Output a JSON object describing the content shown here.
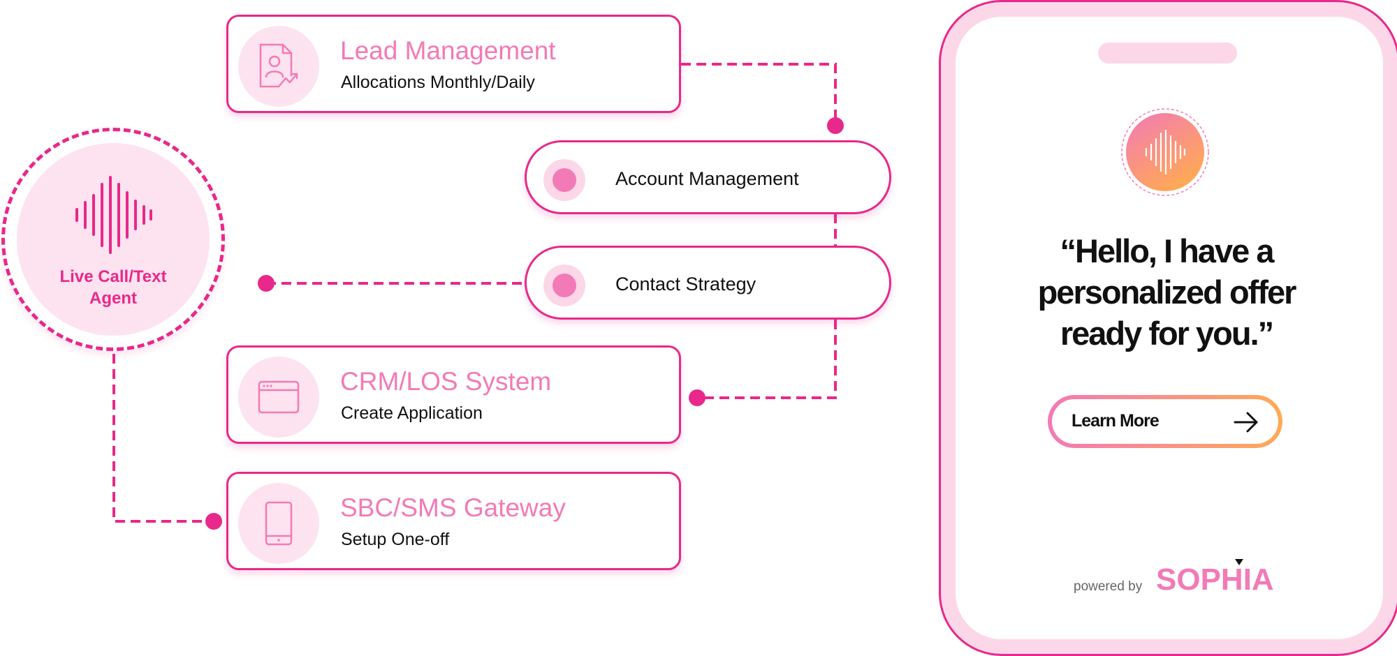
{
  "flow": {
    "lead": {
      "title": "Lead Management",
      "subtitle": "Allocations Monthly/Daily",
      "icon": "document-user-chart-icon"
    },
    "account": {
      "label": "Account Management"
    },
    "contact": {
      "label": "Contact Strategy"
    },
    "crm": {
      "title": "CRM/LOS System",
      "subtitle": "Create Application",
      "icon": "browser-window-icon"
    },
    "sbc": {
      "title": "SBC/SMS Gateway",
      "subtitle": "Setup One-off",
      "icon": "mobile-phone-icon"
    }
  },
  "agent": {
    "label_line1": "Live Call/Text",
    "label_line2": "Agent",
    "icon": "sound-wave-icon"
  },
  "phone": {
    "quote_line1": "“Hello, I have a",
    "quote_line2": "personalized offer",
    "quote_line3": "ready for you.”",
    "button_label": "Learn More",
    "button_icon": "arrow-right-icon",
    "powered_by": "powered by",
    "brand": "SOPHIA"
  },
  "colors": {
    "accent": "#e8288a",
    "accent_light": "#f27ab6",
    "tint": "#fde3ef",
    "gradient_end": "#ffa955"
  }
}
